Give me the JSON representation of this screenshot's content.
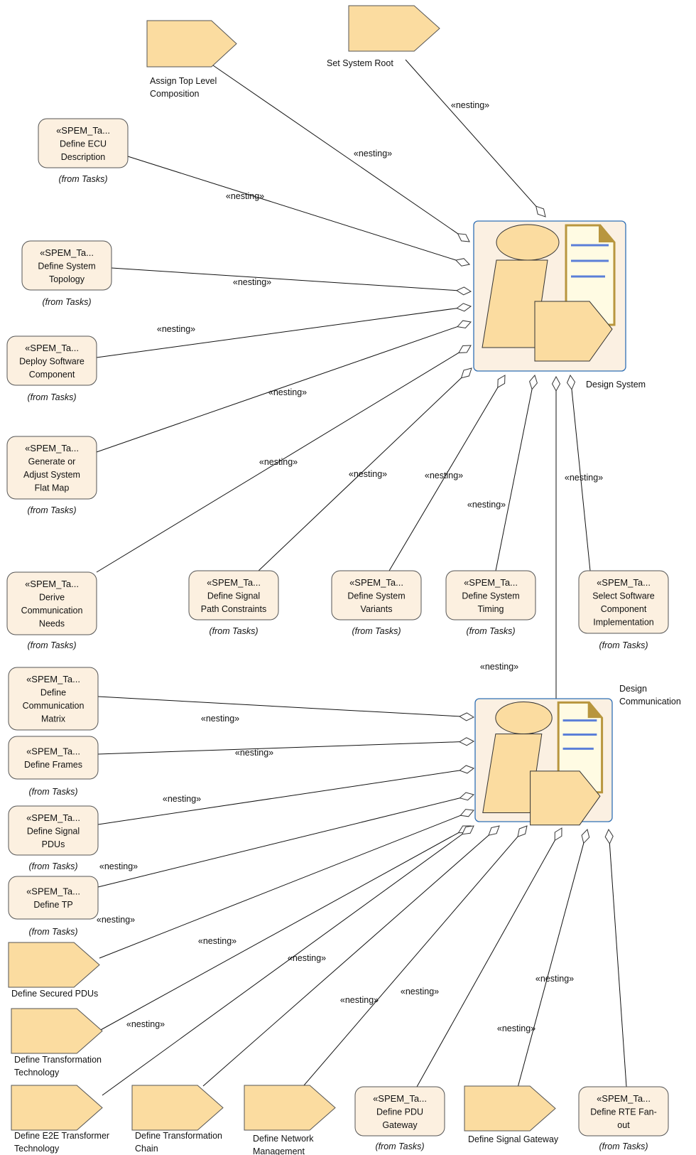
{
  "diagram": {
    "phases": [
      {
        "id": "design_system",
        "name": "Design System"
      },
      {
        "id": "design_comm",
        "name": "Design Communication"
      }
    ],
    "connector_label": "«nesting»",
    "nodes": [
      {
        "id": "assign_top",
        "kind": "task",
        "name": "Assign Top Level Composition",
        "target": "design_system",
        "label_lines": [
          "Assign Top Level",
          "Composition"
        ]
      },
      {
        "id": "set_root",
        "kind": "task",
        "name": "Set System Root",
        "target": "design_system",
        "label_lines": [
          "Set System Root"
        ]
      },
      {
        "id": "define_ecu",
        "kind": "ref",
        "stereotype": "«SPEM_Ta...",
        "name": "Define ECU Description",
        "from": "(from Tasks)",
        "target": "design_system",
        "label_lines": [
          "Define ECU",
          "Description"
        ]
      },
      {
        "id": "define_topology",
        "kind": "ref",
        "stereotype": "«SPEM_Ta...",
        "name": "Define System Topology",
        "from": "(from Tasks)",
        "target": "design_system",
        "label_lines": [
          "Define System",
          "Topology"
        ]
      },
      {
        "id": "deploy_swc",
        "kind": "ref",
        "stereotype": "«SPEM_Ta...",
        "name": "Deploy Software Component",
        "from": "(from Tasks)",
        "target": "design_system",
        "label_lines": [
          "Deploy Software",
          "Component"
        ]
      },
      {
        "id": "flat_map",
        "kind": "ref",
        "stereotype": "«SPEM_Ta...",
        "name": "Generate or Adjust System Flat Map",
        "from": "(from Tasks)",
        "target": "design_system",
        "label_lines": [
          "Generate or",
          "Adjust System",
          "Flat Map"
        ]
      },
      {
        "id": "derive_comm",
        "kind": "ref",
        "stereotype": "«SPEM_Ta...",
        "name": "Derive Communication Needs",
        "from": "(from Tasks)",
        "target": "design_system",
        "label_lines": [
          "Derive",
          "Communication",
          "Needs"
        ]
      },
      {
        "id": "signal_path",
        "kind": "ref",
        "stereotype": "«SPEM_Ta...",
        "name": "Define Signal Path Constraints",
        "from": "(from Tasks)",
        "target": "design_system",
        "label_lines": [
          "Define Signal",
          "Path Constraints"
        ]
      },
      {
        "id": "sys_variants",
        "kind": "ref",
        "stereotype": "«SPEM_Ta...",
        "name": "Define System Variants",
        "from": "(from Tasks)",
        "target": "design_system",
        "label_lines": [
          "Define System",
          "Variants"
        ]
      },
      {
        "id": "sys_timing",
        "kind": "ref",
        "stereotype": "«SPEM_Ta...",
        "name": "Define System Timing",
        "from": "(from Tasks)",
        "target": "design_system",
        "label_lines": [
          "Define System",
          "Timing"
        ]
      },
      {
        "id": "select_swc",
        "kind": "ref",
        "stereotype": "«SPEM_Ta...",
        "name": "Select Software Component Implementation",
        "from": "(from Tasks)",
        "target": "design_system",
        "label_lines": [
          "Select Software",
          "Component",
          "Implementation"
        ]
      },
      {
        "id": "comm_matrix",
        "kind": "ref",
        "stereotype": "«SPEM_Ta...",
        "name": "Define Communication Matrix",
        "from": "",
        "target": "design_comm",
        "label_lines": [
          "Define",
          "Communication",
          "Matrix"
        ]
      },
      {
        "id": "frames",
        "kind": "ref",
        "stereotype": "«SPEM_Ta...",
        "name": "Define Frames",
        "from": "(from Tasks)",
        "target": "design_comm",
        "label_lines": [
          "Define Frames"
        ]
      },
      {
        "id": "signal_pdus",
        "kind": "ref",
        "stereotype": "«SPEM_Ta...",
        "name": "Define Signal PDUs",
        "from": "(from Tasks)",
        "target": "design_comm",
        "label_lines": [
          "Define Signal",
          "PDUs"
        ]
      },
      {
        "id": "tp",
        "kind": "ref",
        "stereotype": "«SPEM_Ta...",
        "name": "Define TP",
        "from": "(from Tasks)",
        "target": "design_comm",
        "label_lines": [
          "Define TP"
        ]
      },
      {
        "id": "secured_pdus",
        "kind": "task",
        "name": "Define Secured PDUs",
        "target": "design_comm",
        "label_lines": [
          "Define Secured PDUs"
        ]
      },
      {
        "id": "transform_tech",
        "kind": "task",
        "name": "Define Transformation Technology",
        "target": "design_comm",
        "label_lines": [
          "Define Transformation",
          "Technology"
        ]
      },
      {
        "id": "e2e",
        "kind": "task",
        "name": "Define E2E Transformer Technology",
        "target": "design_comm",
        "label_lines": [
          "Define E2E Transformer",
          "Technology"
        ]
      },
      {
        "id": "transform_chain",
        "kind": "task",
        "name": "Define Transformation Chain",
        "target": "design_comm",
        "label_lines": [
          "Define Transformation",
          "Chain"
        ]
      },
      {
        "id": "network_mgmt",
        "kind": "task",
        "name": "Define Network Management",
        "target": "design_comm",
        "label_lines": [
          "Define Network",
          "Management"
        ]
      },
      {
        "id": "pdu_gateway",
        "kind": "ref",
        "stereotype": "«SPEM_Ta...",
        "name": "Define PDU Gateway",
        "from": "(from Tasks)",
        "target": "design_comm",
        "label_lines": [
          "Define PDU",
          "Gateway"
        ]
      },
      {
        "id": "signal_gateway",
        "kind": "task",
        "name": "Define Signal Gateway",
        "target": "design_comm",
        "label_lines": [
          "Define Signal Gateway"
        ]
      },
      {
        "id": "rte_fanout",
        "kind": "ref",
        "stereotype": "«SPEM_Ta...",
        "name": "Define RTE Fan-out",
        "from": "(from Tasks)",
        "target": "design_comm",
        "label_lines": [
          "Define RTE Fan-",
          "out"
        ]
      }
    ],
    "extra_links": [
      {
        "from": "design_comm",
        "to": "design_system"
      }
    ]
  }
}
